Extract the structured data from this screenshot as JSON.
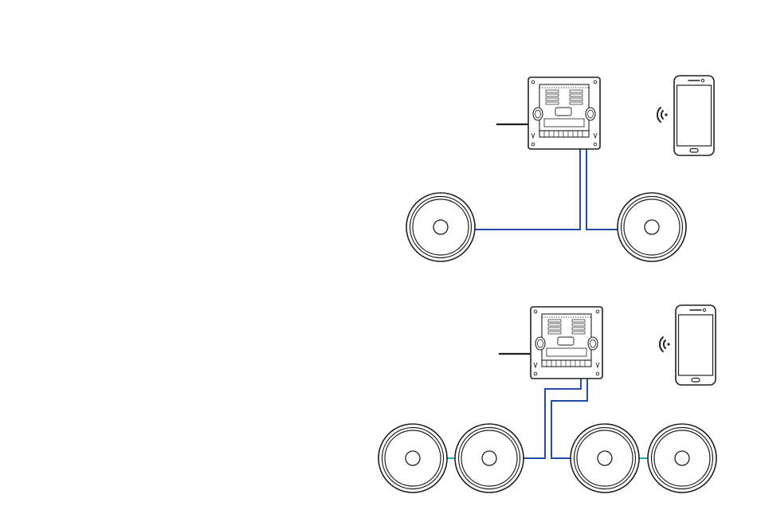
{
  "diagram": {
    "setups": [
      {
        "id": "setup-1",
        "amplifier": "wall-amplifier",
        "power_cable": "power-cable",
        "wireless": "wifi-signal-icon",
        "phone": "smartphone-icon",
        "speaker_count": 2,
        "speaker_wiring": "direct"
      },
      {
        "id": "setup-2",
        "amplifier": "wall-amplifier",
        "power_cable": "power-cable",
        "wireless": "wifi-signal-icon",
        "phone": "smartphone-icon",
        "speaker_count": 4,
        "speaker_wiring": "daisy-chain-pairs"
      }
    ],
    "colors": {
      "line": "#231f20",
      "speaker_wire": "#1f4fa8",
      "link_wire": "#1aa9b8",
      "background": "#ffffff"
    }
  }
}
